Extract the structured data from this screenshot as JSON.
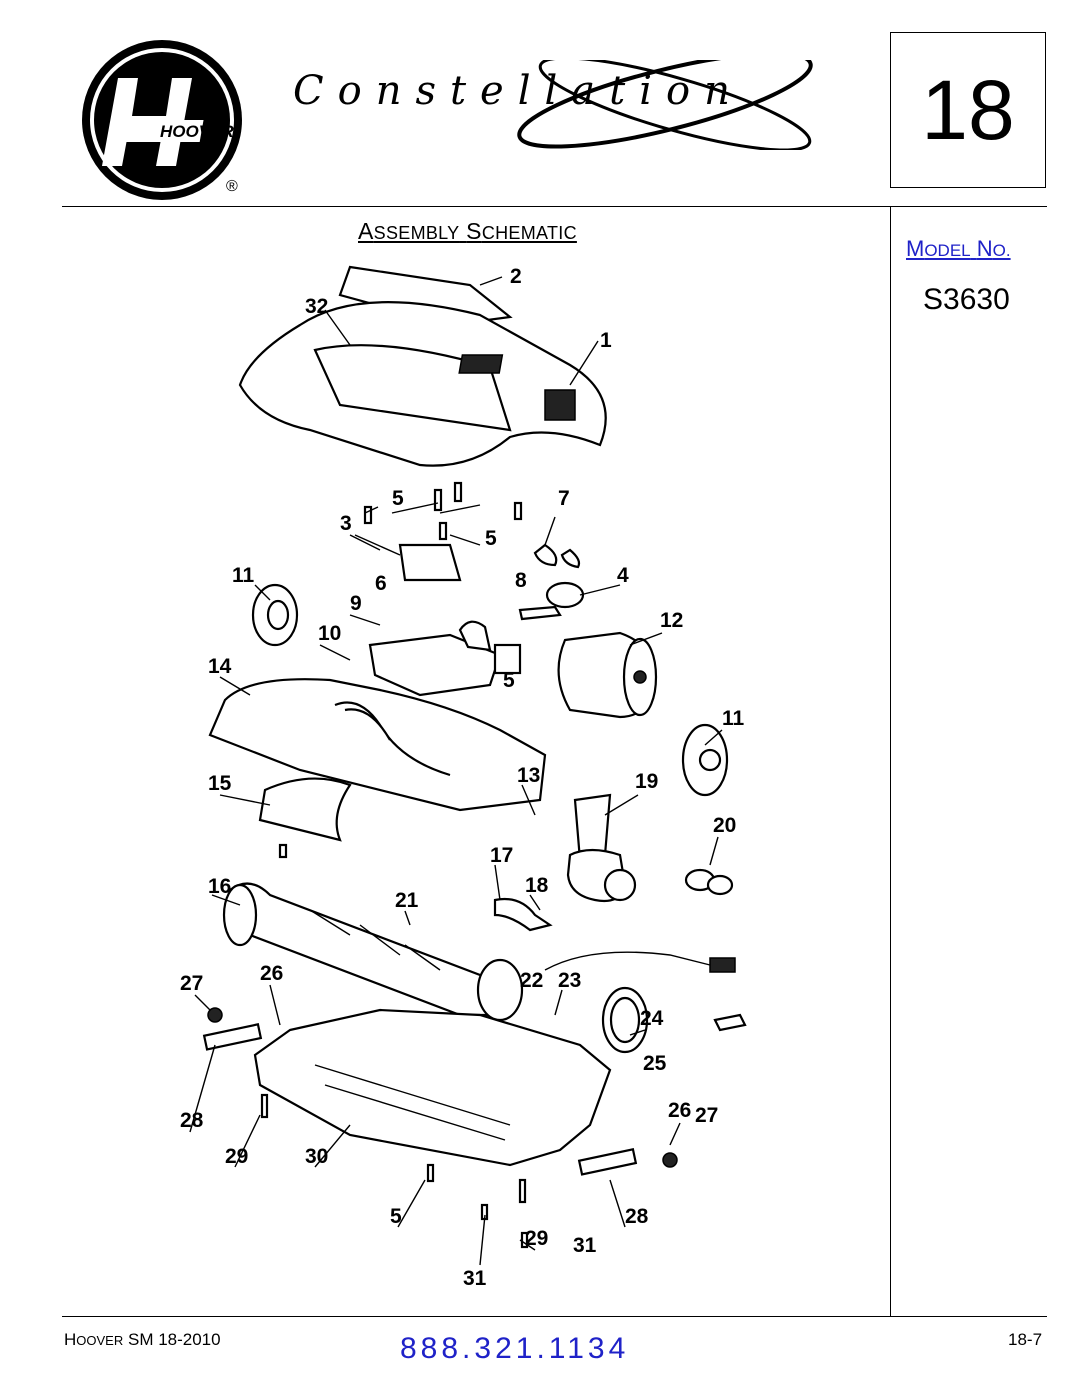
{
  "header": {
    "page_number": "18",
    "brand_logo_text": "HOOVER",
    "registered_mark": "®",
    "product_script": "Constellation"
  },
  "title": {
    "first_cap": "A",
    "first_rest": "SSEMBLY",
    "second_cap": "S",
    "second_rest": "CHEMATIC"
  },
  "model": {
    "label_cap1": "M",
    "label_rest1": "ODEL",
    "label_cap2": "N",
    "label_rest2": "O.",
    "value": "S3630"
  },
  "diagram": {
    "callouts": [
      "1",
      "2",
      "3",
      "4",
      "5",
      "5",
      "5",
      "5",
      "6",
      "7",
      "8",
      "9",
      "10",
      "11",
      "11",
      "12",
      "13",
      "14",
      "15",
      "16",
      "17",
      "18",
      "19",
      "20",
      "21",
      "22",
      "23",
      "24",
      "25",
      "26",
      "26",
      "27",
      "27",
      "28",
      "28",
      "29",
      "29",
      "30",
      "31",
      "31",
      "32"
    ]
  },
  "footer": {
    "left_cap": "H",
    "left_rest": "OOVER",
    "left_suffix": "SM 18-2010",
    "phone": "888.321.1134",
    "page_ref": "18-7"
  },
  "colors": {
    "accent_blue": "#1f22c8",
    "ink": "#000000"
  }
}
